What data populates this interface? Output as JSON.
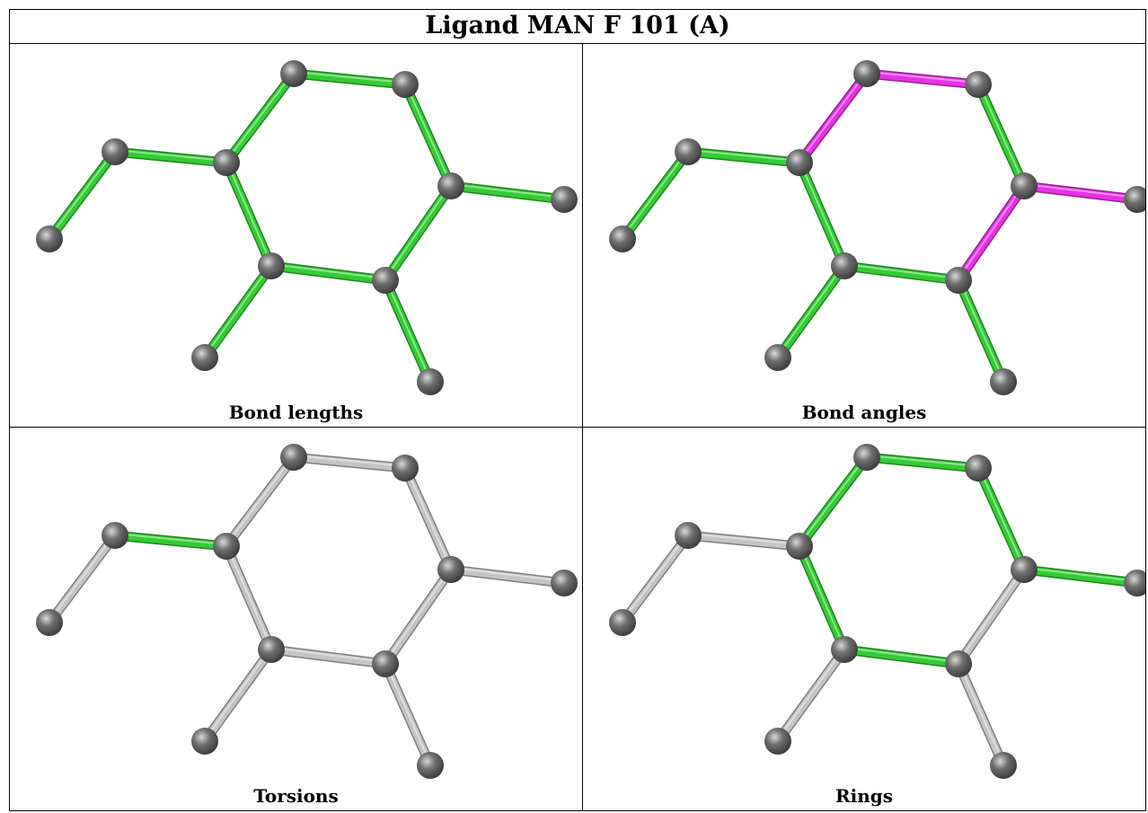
{
  "title": "Ligand MAN F 101 (A)",
  "colors": {
    "atom": "#707070",
    "bond_default": "#c4c4c4",
    "bond_green": "#33cc33",
    "bond_magenta": "#e632e6"
  },
  "panels": [
    {
      "caption": "Bond lengths",
      "highlight": {
        "green": "all",
        "magenta": []
      }
    },
    {
      "caption": "Bond angles",
      "highlight": {
        "green": "all",
        "magenta": [
          "b2",
          "b3",
          "b5",
          "b6"
        ]
      }
    },
    {
      "caption": "Torsions",
      "highlight": {
        "green": [
          "b1"
        ],
        "magenta": []
      }
    },
    {
      "caption": "Rings",
      "highlight": {
        "green": [
          "b2",
          "b3",
          "b4",
          "b5",
          "b7",
          "b9"
        ],
        "magenta": []
      }
    }
  ]
}
